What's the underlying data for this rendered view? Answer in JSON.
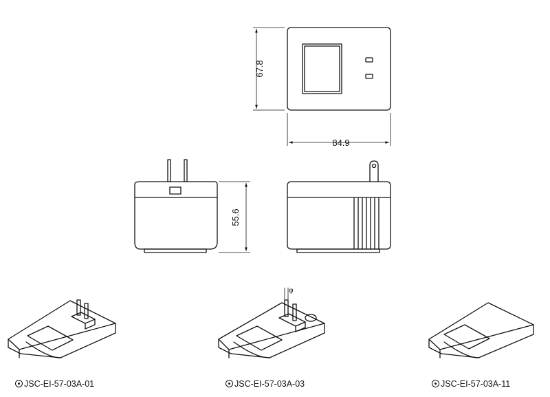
{
  "dimensions": {
    "height": "67.8",
    "width": "84.9",
    "depth": "55.6",
    "pin_symbol": "φ"
  },
  "models": [
    {
      "label": "JSC-EI-57-03A-01"
    },
    {
      "label": "JSC-EI-57-03A-03"
    },
    {
      "label": "JSC-EI-57-03A-11"
    }
  ]
}
